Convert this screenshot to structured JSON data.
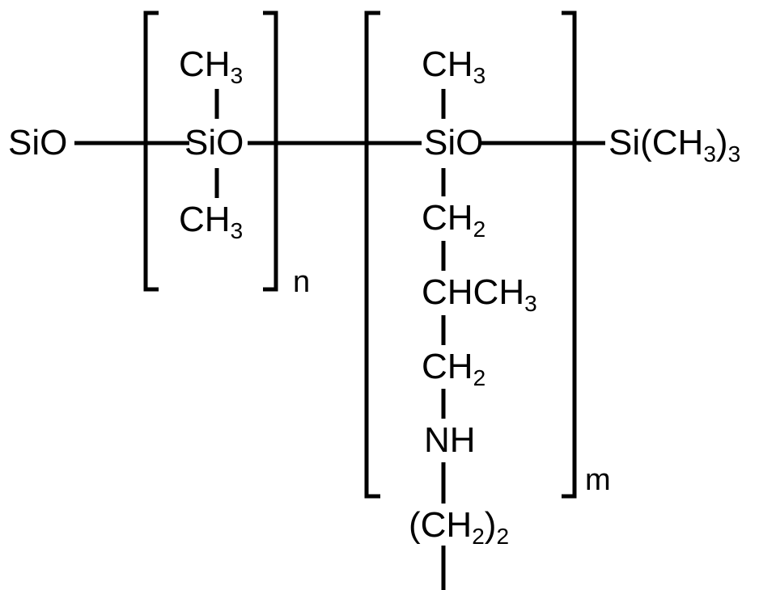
{
  "diagram": {
    "type": "chemical-structure",
    "title": "Aminopropyl-modified polydimethylsiloxane copolymer structure",
    "stroke_color": "#000000",
    "background_color": "#ffffff",
    "labels": {
      "left_terminal": "SiO",
      "n_unit_top_methyl": "CH",
      "n_unit_top_methyl_sub": "3",
      "n_unit_silicon": "SiO",
      "n_unit_bottom_methyl": "CH",
      "n_unit_bottom_methyl_sub": "3",
      "m_unit_top_methyl": "CH",
      "m_unit_top_methyl_sub": "3",
      "m_unit_silicon": "SiO",
      "right_terminal": "Si(CH",
      "right_terminal_sub": "3",
      "right_terminal_tail": ")",
      "right_terminal_sub2": "3",
      "sidechain_ch2_upper": "CH",
      "sidechain_ch2_upper_sub": "2",
      "sidechain_chch3": "CHCH",
      "sidechain_chch3_sub": "3",
      "sidechain_ch2_lower": "CH",
      "sidechain_ch2_lower_sub": "2",
      "sidechain_amine": "NH",
      "sidechain_ethylene": "(CH",
      "sidechain_ethylene_sub": "2",
      "sidechain_ethylene_tail": ")",
      "sidechain_ethylene_sub2": "2"
    },
    "repeat_indices": {
      "n": "n",
      "m": "m"
    }
  }
}
